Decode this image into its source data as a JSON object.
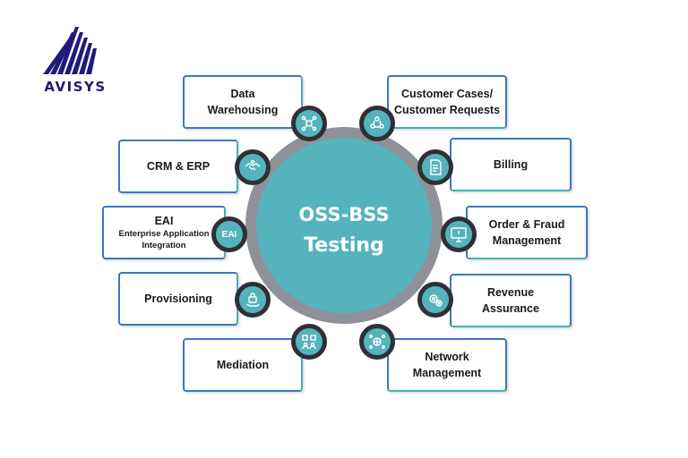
{
  "logo": {
    "name": "AVISYS",
    "color": "#1f1a7a"
  },
  "center": {
    "line1": "OSS-BSS",
    "line2": "Testing",
    "fill": "#54b3bc",
    "ring": "#8f9199"
  },
  "left_items": [
    {
      "lines": [
        "Data",
        "Warehousing"
      ],
      "icon": "network-nodes-icon"
    },
    {
      "lines": [
        "CRM & ERP"
      ],
      "icon": "handshake-icon"
    },
    {
      "lines": [
        "EAI"
      ],
      "sub": [
        "Enterprise Application",
        "Integration"
      ],
      "icon": "eai-icon",
      "node_text": "EAI"
    },
    {
      "lines": [
        "Provisioning"
      ],
      "icon": "lock-hand-icon"
    },
    {
      "lines": [
        "Mediation"
      ],
      "icon": "people-exchange-icon"
    }
  ],
  "right_items": [
    {
      "lines": [
        "Customer Cases/",
        "Customer Requests"
      ],
      "icon": "customer-cycle-icon"
    },
    {
      "lines": [
        "Billing"
      ],
      "icon": "invoice-icon"
    },
    {
      "lines": [
        "Order & Fraud",
        "Management"
      ],
      "icon": "monitor-alert-icon"
    },
    {
      "lines": [
        "Revenue",
        "Assurance"
      ],
      "icon": "gears-icon"
    },
    {
      "lines": [
        "Network",
        "Management"
      ],
      "icon": "globe-network-icon"
    }
  ]
}
